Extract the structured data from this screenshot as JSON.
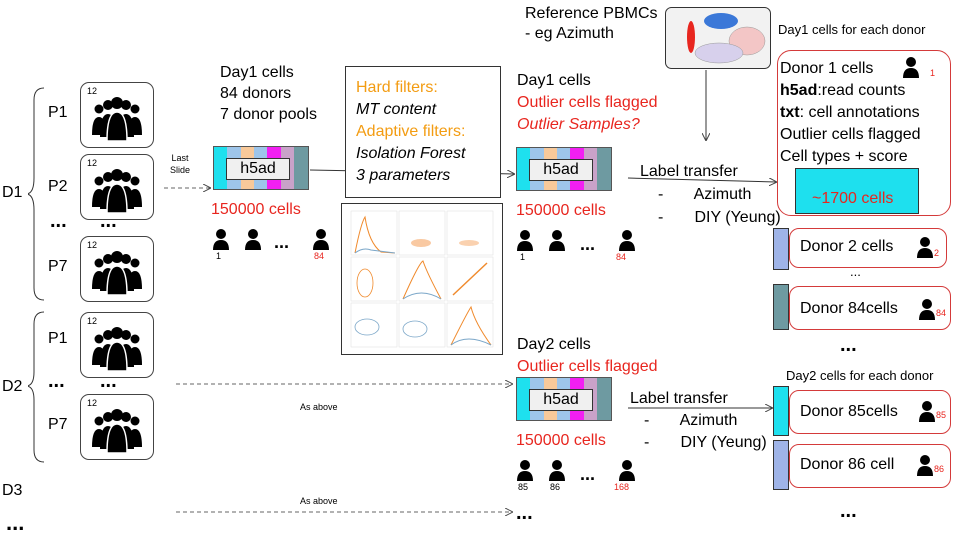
{
  "rows": {
    "d1": "D1",
    "d2": "D2",
    "d3": "D3",
    "dots_bottom": "...",
    "d1_row_dots": "...",
    "d2_row_dots": "..."
  },
  "pools": [
    {
      "label": "P1",
      "number": "12"
    },
    {
      "label": "P2",
      "number": "12"
    },
    {
      "label": "P7",
      "number": "12"
    },
    {
      "label": "P1",
      "number": "12"
    },
    {
      "label": "P7",
      "number": "12"
    }
  ],
  "pool_dots": "...",
  "last_slide": {
    "line1": "Last",
    "line2": "Slide"
  },
  "as_above": "As above",
  "day1_info": {
    "line1": "Day1 cells",
    "line2": "84 donors",
    "line3": "7 donor pools"
  },
  "h5ad_label": "h5ad",
  "cells_150000": "150000 cells",
  "donor_numbers_left": {
    "first": "1",
    "last": "84"
  },
  "filters": {
    "hard_title": "Hard filters:",
    "hard_item": "MT content",
    "adaptive_title": "Adaptive filters:",
    "adaptive_item1": "Isolation Forest",
    "adaptive_item2": "3 parameters"
  },
  "reference": {
    "line1": "Reference PBMCs",
    "line2": "- eg Azimuth"
  },
  "day1_mid": {
    "title": "Day1 cells",
    "flag": "Outlier cells flagged",
    "samples": "Outlier Samples?"
  },
  "label_transfer": {
    "title": "Label transfer",
    "item1": "-       Azimuth",
    "item2": "-       DIY (Yeung)"
  },
  "donor_numbers_mid": {
    "first": "1",
    "last": "84"
  },
  "day2_mid": {
    "title": "Day2 cells",
    "flag": "Outlier cells flagged"
  },
  "label_transfer2": {
    "title": "Label transfer",
    "item1": "-       Azimuth",
    "item2": "-       DIY (Yeung)"
  },
  "donor_numbers_day2": {
    "a": "85",
    "b": "86",
    "last": "168"
  },
  "right_panel": {
    "day1_header": "Day1 cells for each donor",
    "donor1": "Donor 1 cells",
    "donor1_num": "1",
    "h5ad_bold": "h5ad",
    "h5ad_text": ":read counts",
    "txt_bold": "txt",
    "txt_text": ": cell annotations",
    "outlier": "Outlier cells flagged",
    "celltypes": "Cell types + score",
    "cells_count": "~1700 cells",
    "donor2": "Donor 2 cells",
    "donor2_num": "2",
    "donor84": "Donor 84cells",
    "donor84_num": "84",
    "day2_header": "Day2 cells for each donor",
    "donor85": "Donor 85cells",
    "donor85_num": "85",
    "donor86": "Donor 86 cell",
    "donor86_num": "86"
  },
  "colors": {
    "red": "#e8261f",
    "orange": "#f39c12",
    "cyan": "#1ee0ee",
    "teal": "#6e9aa1",
    "stripe_blue": "#9ec5ea",
    "stripe_peach": "#f8c99a",
    "stripe_magenta": "#f21ff2",
    "stripe_lilac": "#c9a2c9",
    "side_blue": "#9fb4e8"
  },
  "icons": [
    "people-group-icon",
    "person-icon",
    "ellipse-blob-icon",
    "scatter-matrix-thumbnail"
  ]
}
